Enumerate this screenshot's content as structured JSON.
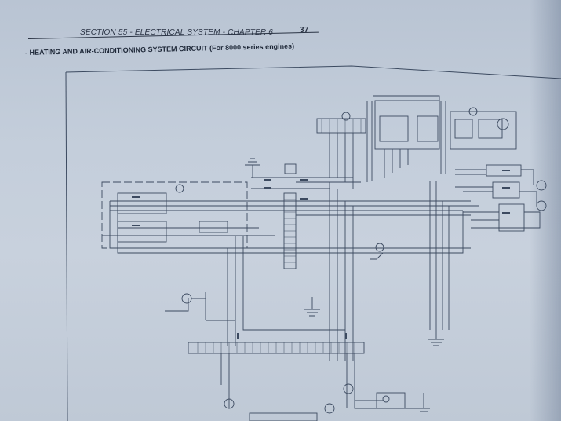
{
  "header": {
    "section": "SECTION 55 - ELECTRICAL SYSTEM - CHAPTER 6",
    "page_number": "37"
  },
  "title": "- HEATING AND AIR-CONDITIONING SYSTEM CIRCUIT (For 8000 series engines)",
  "colors": {
    "paper": "#c4cedb",
    "ink": "#1e2838",
    "line": "#3c4a60"
  },
  "icons": [
    "ground-symbol",
    "motor-symbol",
    "switch-symbol",
    "connector-block"
  ]
}
